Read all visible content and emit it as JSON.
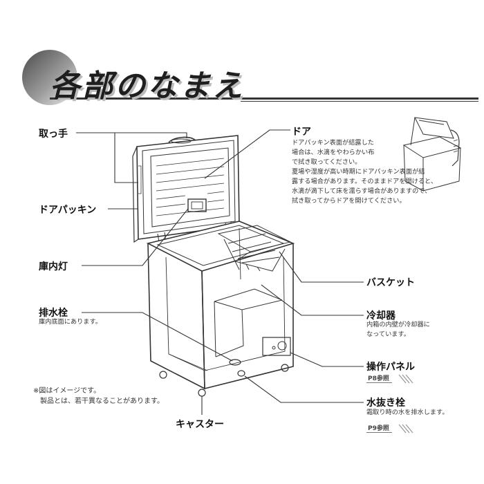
{
  "page": {
    "title": "各部のなまえ"
  },
  "parts": {
    "handle": {
      "label": "取っ手"
    },
    "door_gasket": {
      "label": "ドアパッキン"
    },
    "interior_light": {
      "label": "庫内灯"
    },
    "drain_plug": {
      "label": "排水栓",
      "desc": "庫内底面にあります。"
    },
    "caster": {
      "label": "キャスター"
    },
    "door": {
      "label": "ドア",
      "desc": [
        "ドアパッキン表面が結露した",
        "場合は、水滴をやわらかい布",
        "で拭き取ってください。",
        "夏場や湿度が高い時期にドアパッキン表面が結",
        "露する場合があります。そのままドアを開けると、",
        "水滴が滴下して床を濡らす場合がありますので、",
        "拭き取ってからドアを開けてください。"
      ]
    },
    "basket": {
      "label": "バスケット"
    },
    "cooler": {
      "label": "冷却器",
      "desc": [
        "内箱の内壁が冷却器に",
        "なっています。"
      ]
    },
    "control_panel": {
      "label": "操作パネル",
      "ref": "P8参照"
    },
    "drain_outlet": {
      "label": "水抜き栓",
      "desc": "霜取り時の水を排水します。",
      "ref": "P9参照"
    }
  },
  "note": {
    "lines": [
      "※図はイメージです。",
      "製品とは、若干異なることがあります。"
    ]
  },
  "colors": {
    "line": "#333333",
    "title_shadow": "#bbbbbb",
    "circle_gradient_start": "#555555",
    "circle_gradient_end": "#e6e6e6"
  }
}
